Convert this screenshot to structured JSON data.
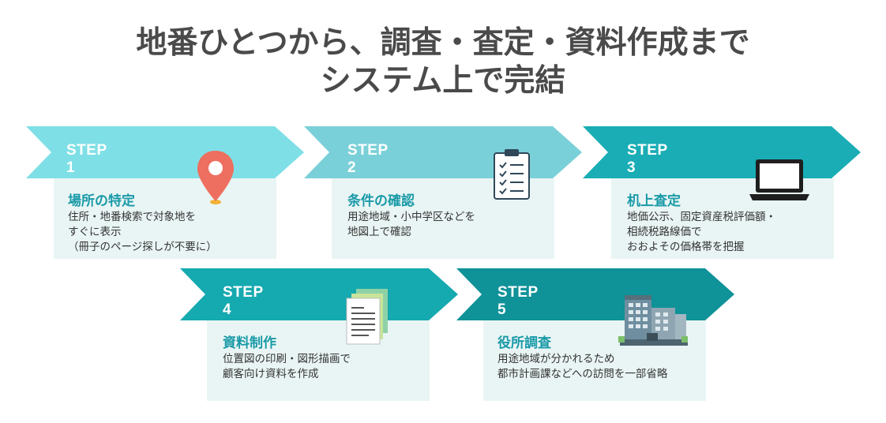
{
  "title": {
    "line1": "地番ひとつから、調査・査定・資料作成まで",
    "line2": "システム上で完結"
  },
  "colors": {
    "step1": "#7ee0e6",
    "step2": "#7ad0d8",
    "step3": "#1aadb5",
    "step4": "#15a9b0",
    "step5": "#0f9298",
    "card_bg": "#e9f5f4",
    "heading": "#1a9aa8",
    "title_text": "#4a4a4a"
  },
  "steps": [
    {
      "label": "STEP 1",
      "heading": "場所の特定",
      "lines": [
        "住所・地番検索で対象地を",
        "すぐに表示",
        "（冊子のページ探しが不要に）"
      ],
      "icon": "map-pin-icon"
    },
    {
      "label": "STEP 2",
      "heading": "条件の確認",
      "lines": [
        "用途地域・小中学区などを",
        "地図上で確認"
      ],
      "icon": "clipboard-checklist-icon"
    },
    {
      "label": "STEP 3",
      "heading": "机上査定",
      "lines": [
        "地価公示、固定資産税評価額・",
        "相続税路線価で",
        "おおよその価格帯を把握"
      ],
      "icon": "laptop-icon"
    },
    {
      "label": "STEP 4",
      "heading": "資料制作",
      "lines": [
        "位置図の印刷・図形描画で",
        "顧客向け資料を作成"
      ],
      "icon": "documents-icon"
    },
    {
      "label": "STEP 5",
      "heading": "役所調査",
      "lines": [
        "用途地域が分かれるため",
        "都市計画課などへの訪問を一部省略"
      ],
      "icon": "office-building-icon"
    }
  ]
}
